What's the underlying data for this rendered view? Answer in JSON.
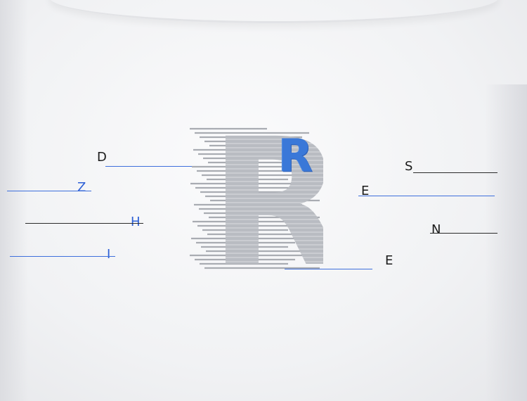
{
  "photo": {
    "subject": "embroidered-sweatshirt-front",
    "colors": {
      "fabric": "#f3f4f6",
      "blue_thread": "#3a78d8",
      "black_thread": "#1b1b1b",
      "gray_letter": "#b9bcc2"
    },
    "letters": {
      "d": "D",
      "z": "Z",
      "h": "H",
      "i": "I",
      "r_gray": "R",
      "r_blue": "R",
      "s": "S",
      "e1": "E",
      "n": "N",
      "e2": "E"
    }
  }
}
